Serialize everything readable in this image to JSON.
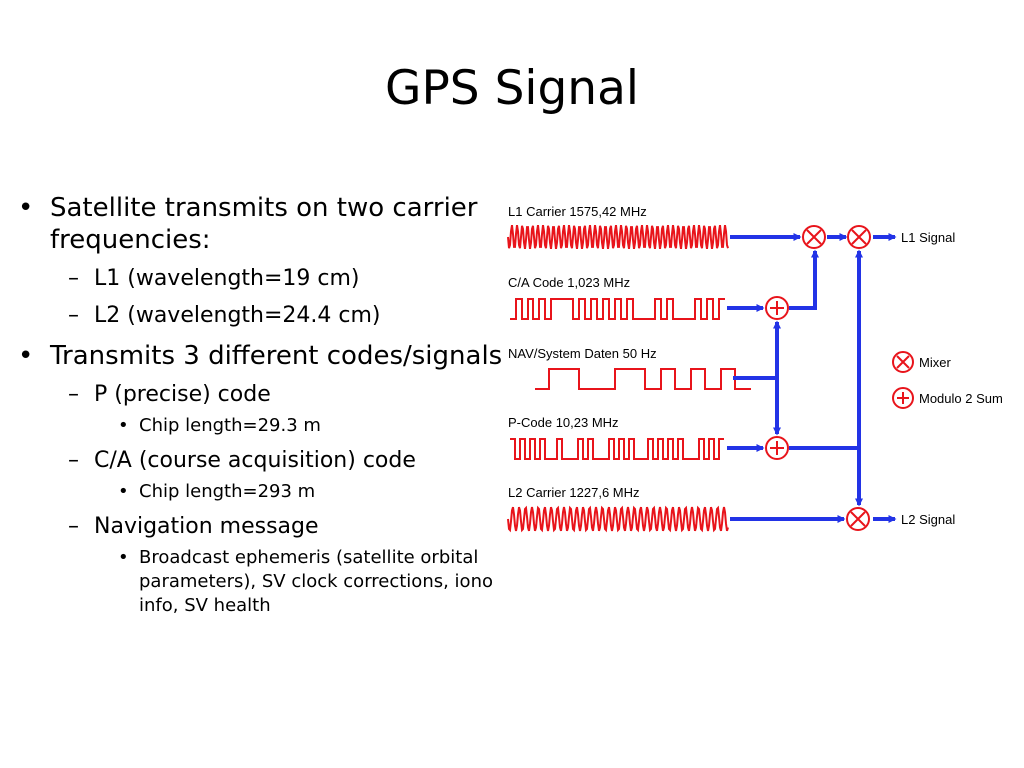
{
  "slide": {
    "title": "GPS Signal",
    "bullets": [
      {
        "level": 1,
        "text": "Satellite transmits on two carrier frequencies:"
      },
      {
        "level": 2,
        "text": "L1 (wavelength=19 cm)"
      },
      {
        "level": 2,
        "text": "L2 (wavelength=24.4 cm)"
      },
      {
        "level": 1,
        "text": "Transmits 3 different codes/signals"
      },
      {
        "level": 2,
        "text": "P (precise) code"
      },
      {
        "level": 3,
        "text": "Chip length=29.3 m"
      },
      {
        "level": 2,
        "text": "C/A (course acquisition) code"
      },
      {
        "level": 3,
        "text": "Chip length=293 m"
      },
      {
        "level": 2,
        "text": "Navigation message"
      },
      {
        "level": 3,
        "text": "Broadcast ephemeris (satellite orbital parameters), SV clock corrections, iono info, SV health"
      }
    ],
    "markers": {
      "level1": "•",
      "level2": "–",
      "level3": "•"
    }
  },
  "diagram": {
    "signals": [
      {
        "label": "L1 Carrier 1575,42 MHz",
        "kind": "carrier"
      },
      {
        "label": "C/A Code 1,023 MHz",
        "kind": "code"
      },
      {
        "label": "NAV/System Daten 50 Hz",
        "kind": "nav"
      },
      {
        "label": "P-Code 10,23 MHz",
        "kind": "code"
      },
      {
        "label": "L2 Carrier 1227,6 MHz",
        "kind": "carrier"
      }
    ],
    "outputs": {
      "l1": "L1 Signal",
      "l2": "L2 Signal"
    },
    "legend": {
      "mixer": "Mixer",
      "modulo": "Modulo 2 Sum"
    },
    "colors": {
      "wave": "#e8141b",
      "line": "#2233e6",
      "symbol": "#e8141b"
    }
  }
}
